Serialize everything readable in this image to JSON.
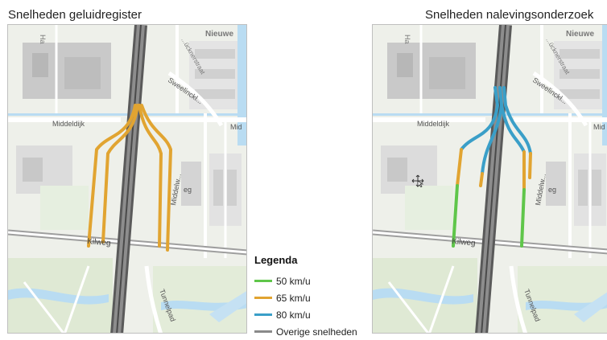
{
  "titles": {
    "left": "Snelheden geluidregister",
    "right": "Snelheden nalevingsonderzoek"
  },
  "map_labels": {
    "middeldijk": "Middeldijk",
    "kilweg": "Kilweg",
    "tunnelpad": "Tunnelpad",
    "sweelinck": "Sweelinckl...",
    "nieuwe": "Nieuwe",
    "huckner": "...ücknerstraat",
    "ha": "Ha",
    "mid": "Mid",
    "eg": "eg",
    "middelw": "Middelw..."
  },
  "legend": {
    "title": "Legenda",
    "items": [
      {
        "label": "50 km/u",
        "color": "#5fc64a"
      },
      {
        "label": "65 km/u",
        "color": "#e1a431"
      },
      {
        "label": "80 km/u",
        "color": "#3a9fc8"
      },
      {
        "label": "Overige snelheden",
        "color": "#8a8a8a"
      }
    ]
  },
  "icons": {
    "cursor": "move-cursor-icon"
  }
}
